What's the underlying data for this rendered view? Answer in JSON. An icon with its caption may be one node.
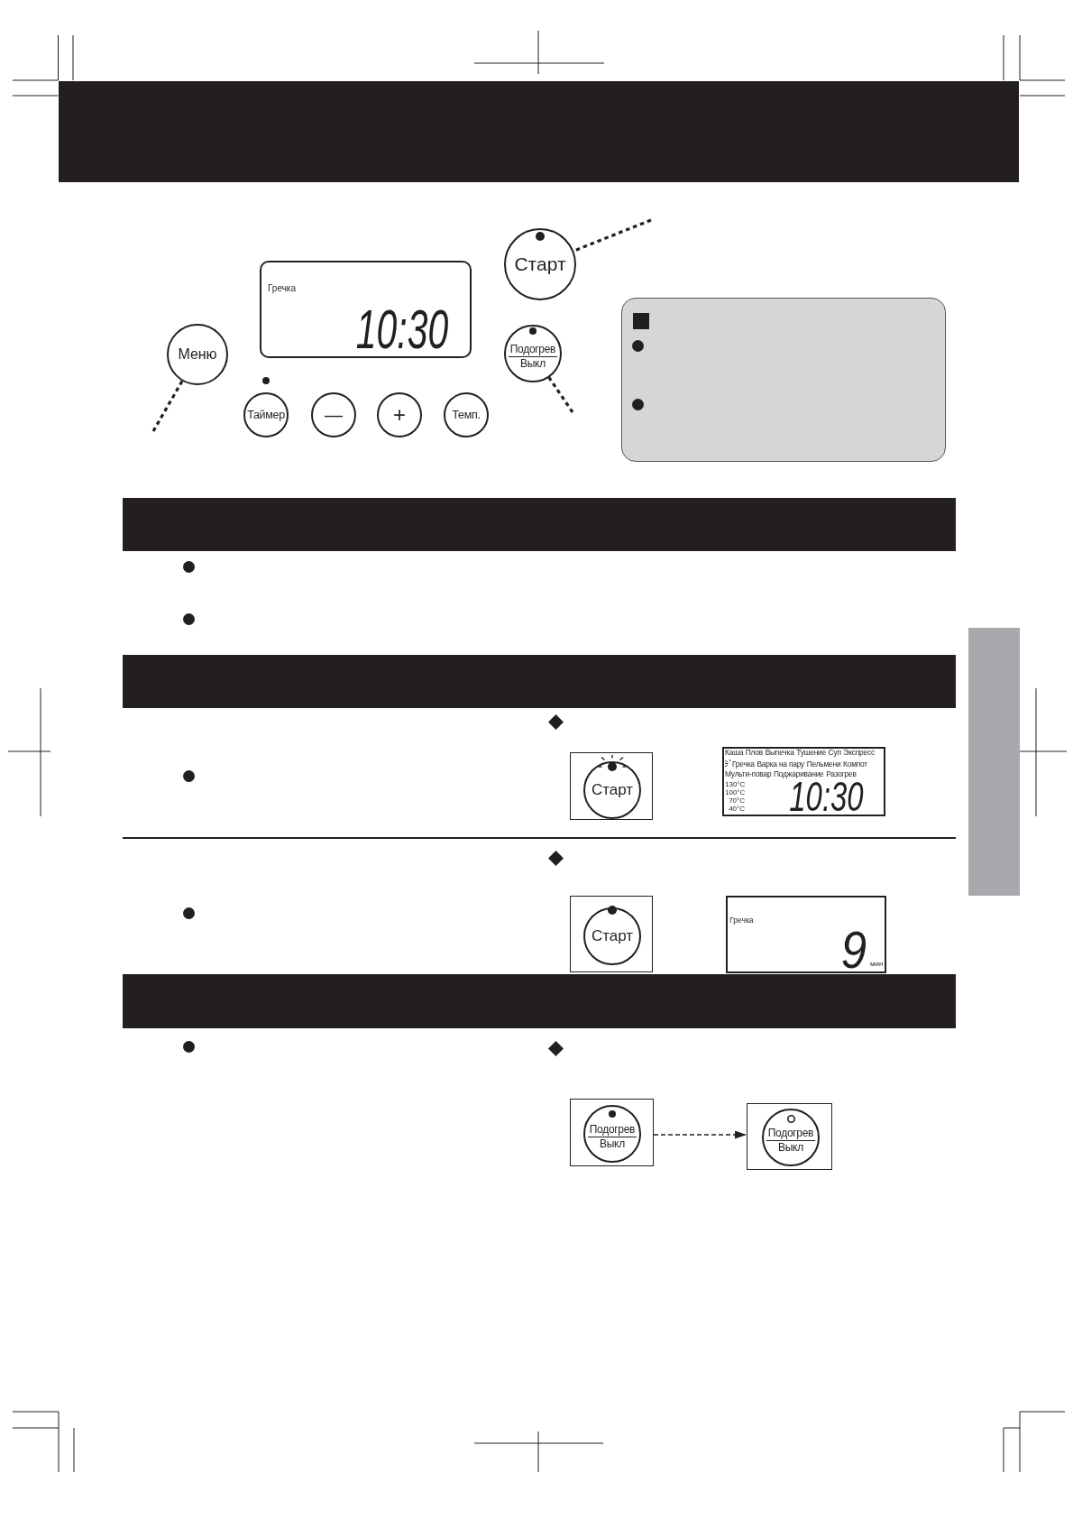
{
  "diagram": {
    "nodes": [
      {
        "text": [],
        "shape": "bar"
      },
      {
        "text": [
          "Меню"
        ]
      },
      {
        "text": [
          "Гречка",
          "10:30"
        ]
      },
      {
        "text": [
          "Старт"
        ]
      },
      {
        "text": [
          "Подогрев",
          "Выкл"
        ]
      },
      {
        "text": [
          "Таймер"
        ]
      },
      {
        "text": [
          "—"
        ]
      },
      {
        "text": [
          "+"
        ]
      },
      {
        "text": [
          "Темп."
        ]
      },
      {
        "text": [],
        "shape": "bar"
      },
      {
        "text": [],
        "shape": "bar"
      },
      {
        "text": [],
        "shape": "bar"
      },
      {
        "text": [],
        "shape": "box"
      },
      {
        "text": [
          "Старт"
        ],
        "in": 12
      },
      {
        "text": [
          "Каша",
          "Плов",
          "Выпечка",
          "Тушение",
          "Суп",
          "Экспресс",
          "Гречка",
          "Варка на пару",
          "Пельмени",
          "Компот",
          "Мульти-повар",
          "Поджаривание",
          "Разогрев",
          "130°C",
          "100°C",
          "70°C",
          "40°C",
          "10:30"
        ]
      },
      {
        "text": [],
        "shape": "box"
      },
      {
        "text": [
          "Старт"
        ],
        "in": 15
      },
      {
        "text": [
          "Гречка",
          "9",
          "мин"
        ]
      },
      {
        "text": [],
        "shape": "bar"
      },
      {
        "text": [],
        "shape": "box"
      },
      {
        "text": [
          "Подогрев",
          "Выкл"
        ],
        "in": 19
      },
      {
        "text": [],
        "shape": "box"
      },
      {
        "text": [
          "Подогрев",
          "Выкл"
        ],
        "in": 21
      }
    ],
    "edges": [
      {
        "from": null,
        "to": 3,
        "arrow": "none",
        "style": "dashed"
      },
      {
        "from": null,
        "to": 1,
        "arrow": "none",
        "style": "dashed"
      },
      {
        "from": null,
        "to": 4,
        "arrow": "none",
        "style": "dashed"
      },
      {
        "from": 19,
        "to": 21,
        "arrow": "to",
        "style": "dashed"
      }
    ]
  }
}
